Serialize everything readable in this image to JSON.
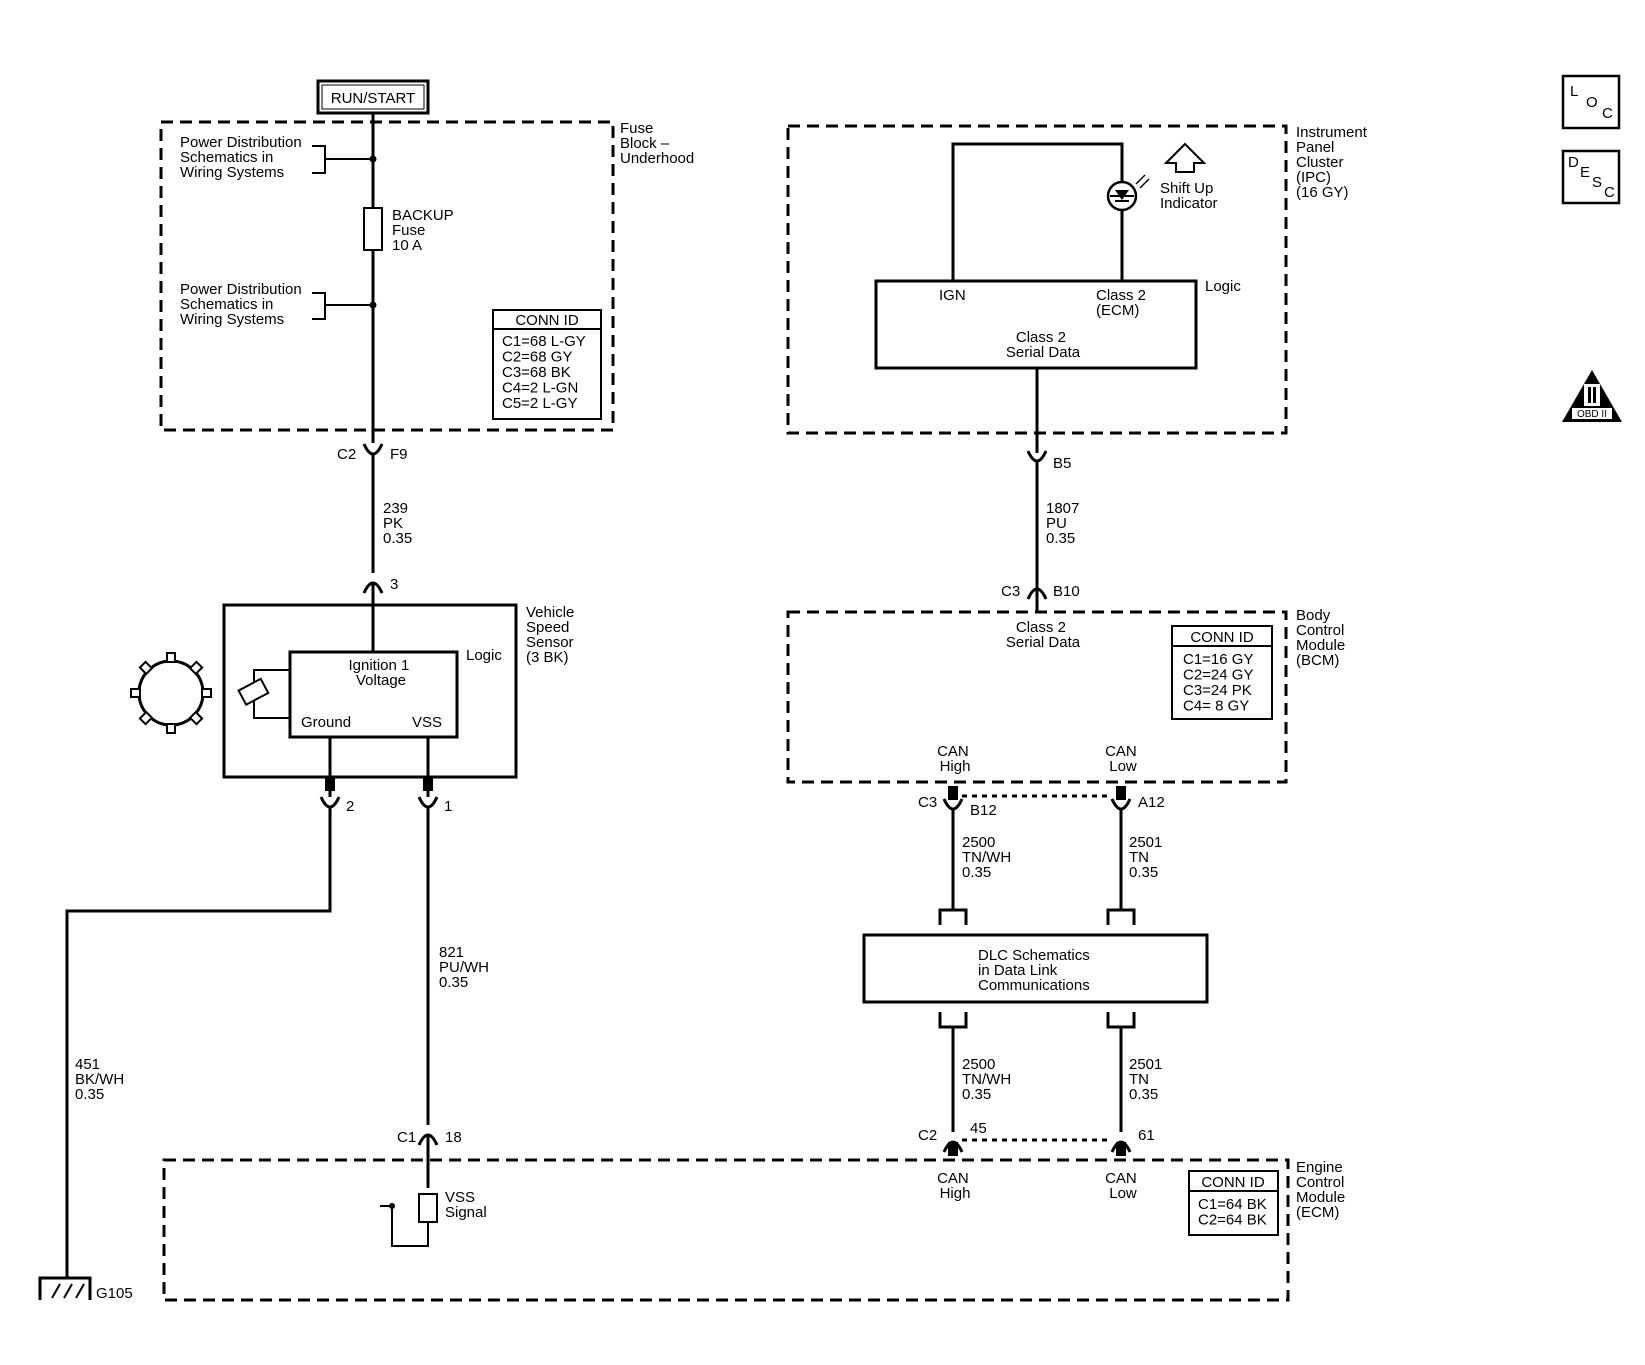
{
  "run_start": "RUN/START",
  "fuse_block": {
    "label": [
      "Fuse",
      "Block –",
      "Underhood"
    ]
  },
  "power_distribution_1": [
    "Power Distribution",
    "Schematics in",
    "Wiring Systems"
  ],
  "power_distribution_2": [
    "Power Distribution",
    "Schematics in",
    "Wiring Systems"
  ],
  "backup_fuse": [
    "BACKUP",
    "Fuse",
    "10 A"
  ],
  "fuse_conn": {
    "title": "CONN ID",
    "rows": [
      "C1=68 L-GY",
      "C2=68 GY",
      "C3=68 BK",
      "C4=2 L-GN",
      "C5=2 L-GY"
    ]
  },
  "conn_c2_f9": {
    "left": "C2",
    "right": "F9"
  },
  "wire_239": [
    "239",
    "PK",
    "0.35"
  ],
  "vss": {
    "label": [
      "Vehicle",
      "Speed",
      "Sensor",
      "(3 BK)"
    ],
    "pin3": "3",
    "inner": [
      "Ignition 1",
      "Voltage"
    ],
    "logic": "Logic",
    "ground": "Ground",
    "vss_pin": "VSS",
    "pin2": "2",
    "pin1": "1"
  },
  "wire_451": [
    "451",
    "BK/WH",
    "0.35"
  ],
  "wire_821": [
    "821",
    "PU/WH",
    "0.35"
  ],
  "ground_label": "G105",
  "conn_c1_18": {
    "left": "C1",
    "right": "18"
  },
  "ecm": {
    "vss_signal": [
      "VSS",
      "Signal"
    ],
    "can_high": [
      "CAN",
      "High"
    ],
    "can_low": [
      "CAN",
      "Low"
    ],
    "label": [
      "Engine",
      "Control",
      "Module",
      "(ECM)"
    ],
    "conn": {
      "title": "CONN ID",
      "rows": [
        "C1=64 BK",
        "C2=64 BK"
      ]
    },
    "c2": "C2",
    "p45": "45",
    "p61": "61"
  },
  "ipc": {
    "label": [
      "Instrument",
      "Panel",
      "Cluster",
      "(IPC)",
      "(16 GY)"
    ],
    "shift_up": [
      "Shift Up",
      "Indicator"
    ],
    "ign": "IGN",
    "class2": [
      "Class 2",
      "(ECM)"
    ],
    "logic": "Logic",
    "serial": [
      "Class 2",
      "Serial Data"
    ],
    "b5": "B5"
  },
  "wire_1807": [
    "1807",
    "PU",
    "0.35"
  ],
  "bcm": {
    "c3": "C3",
    "b10": "B10",
    "serial": [
      "Class 2",
      "Serial Data"
    ],
    "conn": {
      "title": "CONN ID",
      "rows": [
        "C1=16 GY",
        "C2=24 GY",
        "C3=24 PK",
        "C4=  8 GY"
      ]
    },
    "label": [
      "Body",
      "Control",
      "Module",
      "(BCM)"
    ],
    "can_high": [
      "CAN",
      "High"
    ],
    "can_low": [
      "CAN",
      "Low"
    ],
    "c3b": "C3",
    "b12": "B12",
    "a12": "A12"
  },
  "wire_2500_top": [
    "2500",
    "TN/WH",
    "0.35"
  ],
  "wire_2501_top": [
    "2501",
    "TN",
    "0.35"
  ],
  "dlc": [
    "DLC Schematics",
    "in Data Link",
    "Communications"
  ],
  "wire_2500_bot": [
    "2500",
    "TN/WH",
    "0.35"
  ],
  "wire_2501_bot": [
    "2501",
    "TN",
    "0.35"
  ],
  "icons": {
    "loc": [
      "L",
      "O",
      "C"
    ],
    "desc": [
      "D",
      "E",
      "S",
      "C"
    ],
    "obd": "OBD II"
  }
}
